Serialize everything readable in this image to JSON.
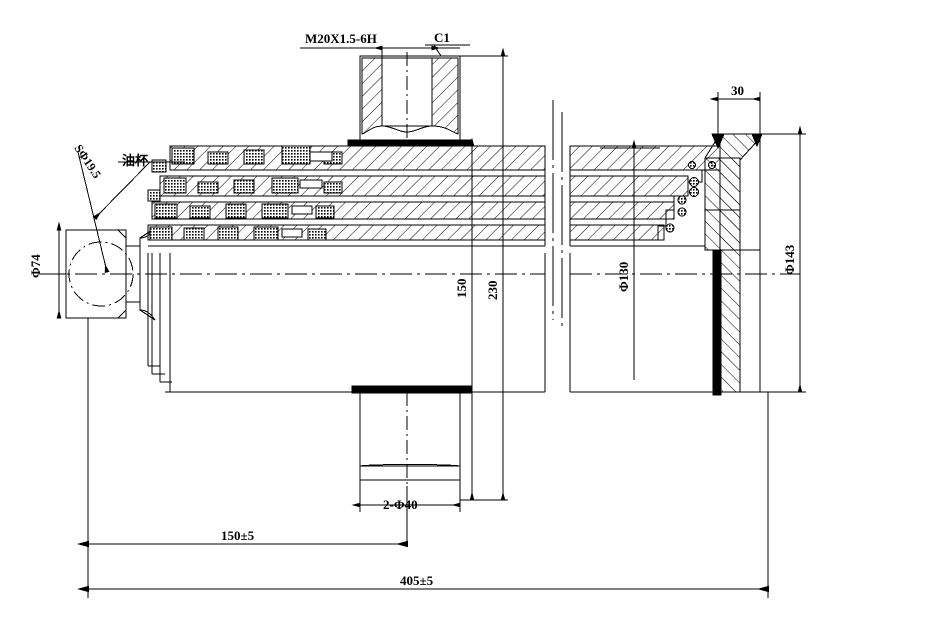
{
  "drawing": {
    "title": "Telescopic Hydraulic Cylinder Assembly Drawing",
    "type": "half-section mechanical engineering drawing",
    "line_color": "#000000",
    "background_color": "#ffffff"
  },
  "annotations": {
    "port_thread": "M20X1.5-6H",
    "chamfer": "C1",
    "spherical_bearing": "SΦ19.5",
    "grease_cup": "油杯",
    "eye_diameter": "Φ74",
    "cap_width": "30",
    "barrel_diameter": "Φ130",
    "flange_diameter": "Φ143",
    "mount_offset": "150",
    "mount_span": "230",
    "pin_bores": "2-Φ40",
    "pin_position": "150±5",
    "overall_length": "405±5"
  },
  "chart_data": {
    "type": "table",
    "title": "Telescopic Hydraulic Cylinder — Dimensions",
    "categories": [
      "port_thread",
      "chamfer",
      "spherical_bearing",
      "eye_diameter",
      "cap_width",
      "barrel_diameter",
      "flange_diameter",
      "mount_offset",
      "mount_span",
      "pin_bores",
      "pin_position",
      "overall_length"
    ],
    "values": [
      "M20X1.5-6H",
      "C1",
      "SΦ19.5",
      "Φ74",
      "30",
      "Φ130",
      "Φ143",
      "150",
      "230",
      "2-Φ40",
      "150±5",
      "405±5"
    ]
  }
}
